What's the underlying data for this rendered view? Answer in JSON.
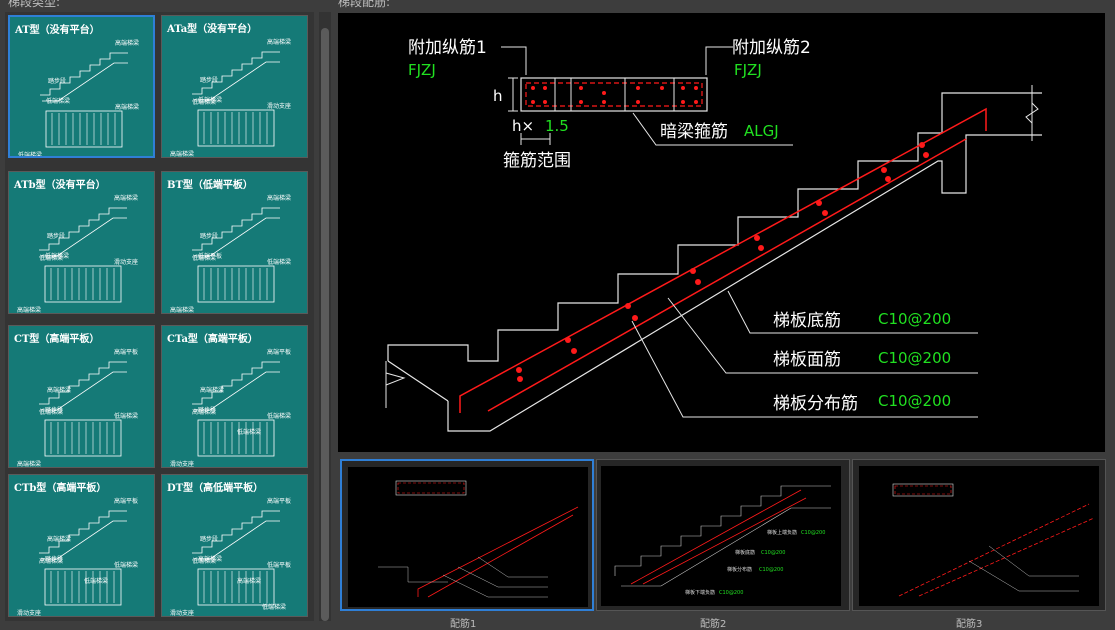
{
  "left_header": "梯段类型:",
  "right_header": "梯段配筋:",
  "stair_types": [
    {
      "title": "AT型（没有平台）",
      "labels": [
        "高端梯梁",
        "踏步段",
        "低端梯梁",
        "高端梯梁",
        "低端梯梁"
      ]
    },
    {
      "title": "ATa型（没有平台）",
      "labels": [
        "高端梯梁",
        "踏步段",
        "低端梯梁",
        "滑动支座",
        "高端梯梁",
        "低端梯梁"
      ]
    },
    {
      "title": "ATb型（没有平台）",
      "labels": [
        "高端梯梁",
        "踏步段",
        "低端梯梁",
        "滑动支座",
        "高端梯梁",
        "低端梯梁"
      ]
    },
    {
      "title": "BT型（低端平板）",
      "labels": [
        "高端梯梁",
        "踏步段",
        "低端平板",
        "低端梯梁",
        "高端梯梁",
        "低端梯梁"
      ]
    },
    {
      "title": "CT型（高端平板）",
      "labels": [
        "高端平板",
        "高端梯梁",
        "踏步段",
        "低端梯梁",
        "高端梯梁",
        "低端梯梁"
      ]
    },
    {
      "title": "CTa型（高端平板）",
      "labels": [
        "高端平板",
        "高端梯梁",
        "踏步段",
        "低端梯梁",
        "滑动支座",
        "高端梯梁",
        "低端梯梁"
      ]
    },
    {
      "title": "CTb型（高端平板）",
      "labels": [
        "高端平板",
        "高端梯梁",
        "踏步段",
        "低端梯梁",
        "滑动支座",
        "高端梯梁",
        "低端梯梁"
      ]
    },
    {
      "title": "DT型（高低端平板）",
      "labels": [
        "高端平板",
        "踏步段",
        "高端梯梁",
        "低端平板",
        "滑动支座",
        "低端梯梁",
        "高端梯梁",
        "低端梯梁"
      ]
    }
  ],
  "main": {
    "label_fj1": "附加纵筋1",
    "code_fj1": "FJZJ",
    "label_fj2": "附加纵筋2",
    "code_fj2": "FJZJ",
    "h": "h",
    "h_mult": "h×",
    "h_factor": "1.5",
    "stirrup_range": "箍筋范围",
    "hidden_beam": "暗梁箍筋",
    "hidden_beam_code": "ALGJ",
    "bottom_bar": "梯板底筋",
    "bottom_bar_spec": "C10@200",
    "top_bar": "梯板面筋",
    "top_bar_spec": "C10@200",
    "dist_bar": "梯板分布筋",
    "dist_bar_spec": "C10@200"
  },
  "reinforce_options": [
    {
      "label": "配筋1",
      "selected": true
    },
    {
      "label": "配筋2",
      "selected": false
    },
    {
      "label": "配筋3",
      "selected": false
    }
  ],
  "bottom_thumb2": {
    "upper": "梯板上端负筋",
    "upper_spec": "C10@200",
    "bottom": "梯板底筋",
    "bottom_spec": "C10@200",
    "dist": "梯板分布筋",
    "dist_spec": "C10@200",
    "lower": "梯板下端负筋",
    "lower_spec": "C10@200"
  },
  "colors": {
    "teal": "#157a77",
    "accent": "#2f7fd6",
    "red": "#ff1a1a",
    "green": "#21e021"
  }
}
